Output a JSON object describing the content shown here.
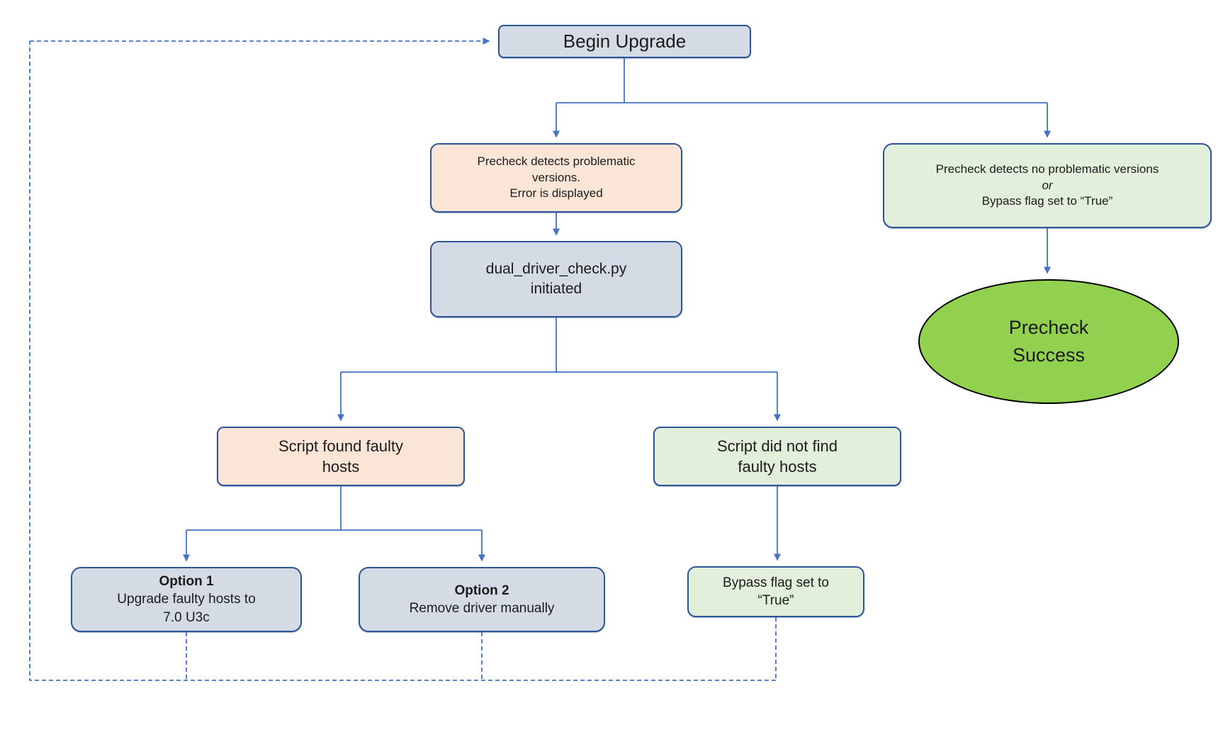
{
  "colors": {
    "node_gray_fill": "#d5dbe4",
    "node_peach_fill": "#fbe5d6",
    "node_light_green_fill": "#e2efda",
    "success_green_fill": "#92d050",
    "node_border_blue": "#2e5597",
    "connector_blue": "#4472c4",
    "ellipse_border_black": "#000000"
  },
  "nodes": {
    "begin_upgrade": {
      "label": "Begin Upgrade"
    },
    "precheck_problem": {
      "label": "Precheck detects problematic\nversions.\nError is displayed"
    },
    "precheck_ok": {
      "line1": "Precheck detects no problematic versions",
      "line2": "or",
      "line3": "Bypass flag set to “True”"
    },
    "dual_driver": {
      "label": "dual_driver_check.py\ninitiated"
    },
    "precheck_success": {
      "label": "Precheck\nSuccess"
    },
    "script_found": {
      "label": "Script found faulty\nhosts"
    },
    "script_not_found": {
      "label": "Script did not find\nfaulty hosts"
    },
    "option1": {
      "title": "Option 1",
      "body": "Upgrade faulty hosts to\n7.0 U3c"
    },
    "option2": {
      "title": "Option 2",
      "body": "Remove driver manually"
    },
    "bypass_true": {
      "label": "Bypass flag set to\n“True”"
    }
  }
}
